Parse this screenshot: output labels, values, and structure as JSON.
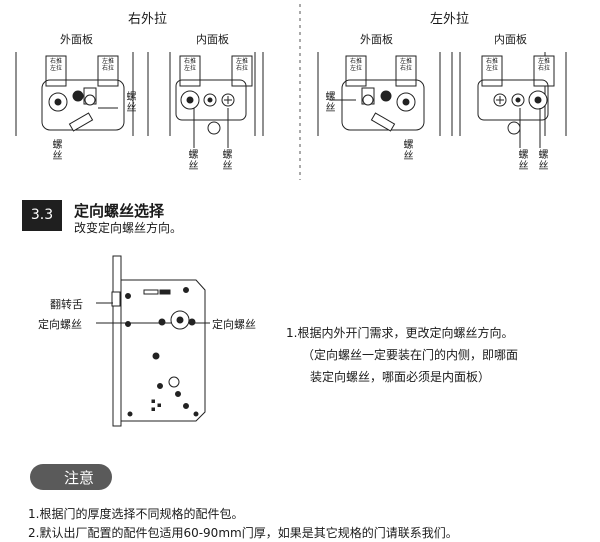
{
  "top_diagram": {
    "right_group_title": "右外拉",
    "left_group_title": "左外拉",
    "outer_panel": "外面板",
    "inner_panel": "内面板",
    "screw_label": "螺丝",
    "panel_tag_a": "右推左拉",
    "panel_tag_b": "左推右拉"
  },
  "section": {
    "number": "3.3",
    "title": "定向螺丝选择",
    "subtitle": "改变定向螺丝方向。"
  },
  "lock_diagram": {
    "flip_tongue": "翻转舌",
    "directional_screw": "定向螺丝",
    "instruction_line1": "1.根据内外开门需求，更改定向螺丝方向。",
    "instruction_line2": "（定向螺丝一定要装在门的内侧，即哪面",
    "instruction_line3": "装定向螺丝，哪面必须是内面板）"
  },
  "notice": {
    "label": "注意",
    "items": [
      "1.根据门的厚度选择不同规格的配件包。",
      "2.默认出厂配置的配件包适用60-90mm门厚，如果是其它规格的门请联系我们。"
    ]
  }
}
